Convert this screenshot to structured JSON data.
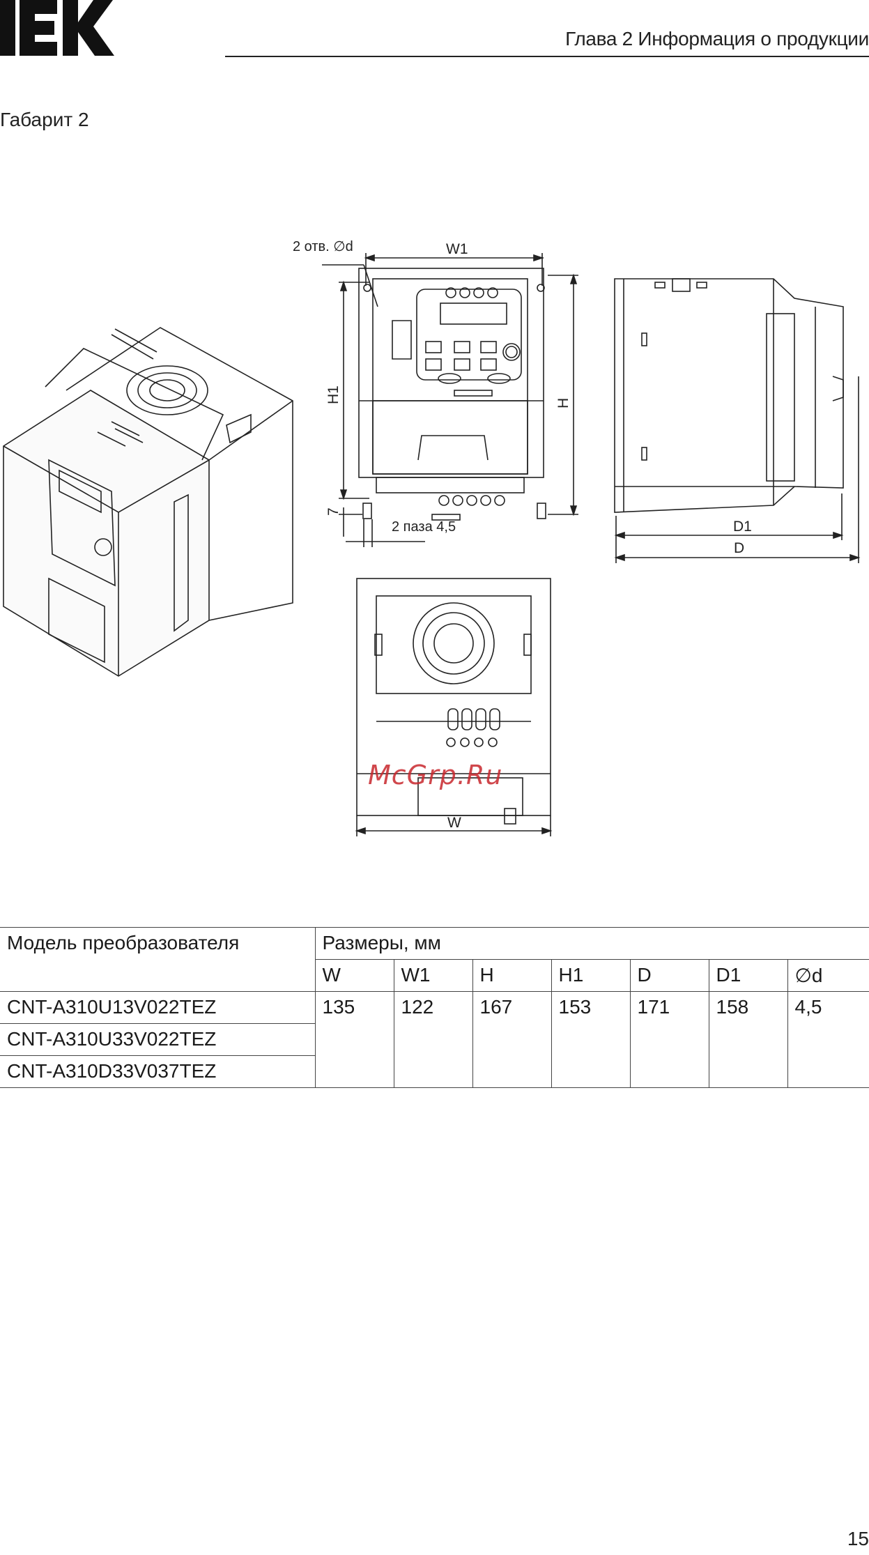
{
  "header": {
    "logo_alt": "IEK",
    "chapter_title": "Глава 2 Информация о продукции"
  },
  "section": {
    "title": "Габарит 2"
  },
  "drawing": {
    "label_holes": "2 отв. ∅d",
    "label_W1": "W1",
    "label_H1": "H1",
    "label_H": "H",
    "label_7": "7",
    "label_slots": "2 паза 4,5",
    "label_D1": "D1",
    "label_D": "D",
    "label_W": "W",
    "watermark": "McGrp.Ru"
  },
  "table": {
    "col_model": "Модель преобразователя",
    "col_group": "Размеры, мм",
    "subheaders": [
      "W",
      "W1",
      "H",
      "H1",
      "D",
      "D1",
      "∅d"
    ],
    "models": [
      "CNT-A310U13V022TEZ",
      "CNT-A310U33V022TEZ",
      "CNT-A310D33V037TEZ"
    ],
    "values": [
      "135",
      "122",
      "167",
      "153",
      "171",
      "158",
      "4,5"
    ]
  },
  "page_number": "15"
}
